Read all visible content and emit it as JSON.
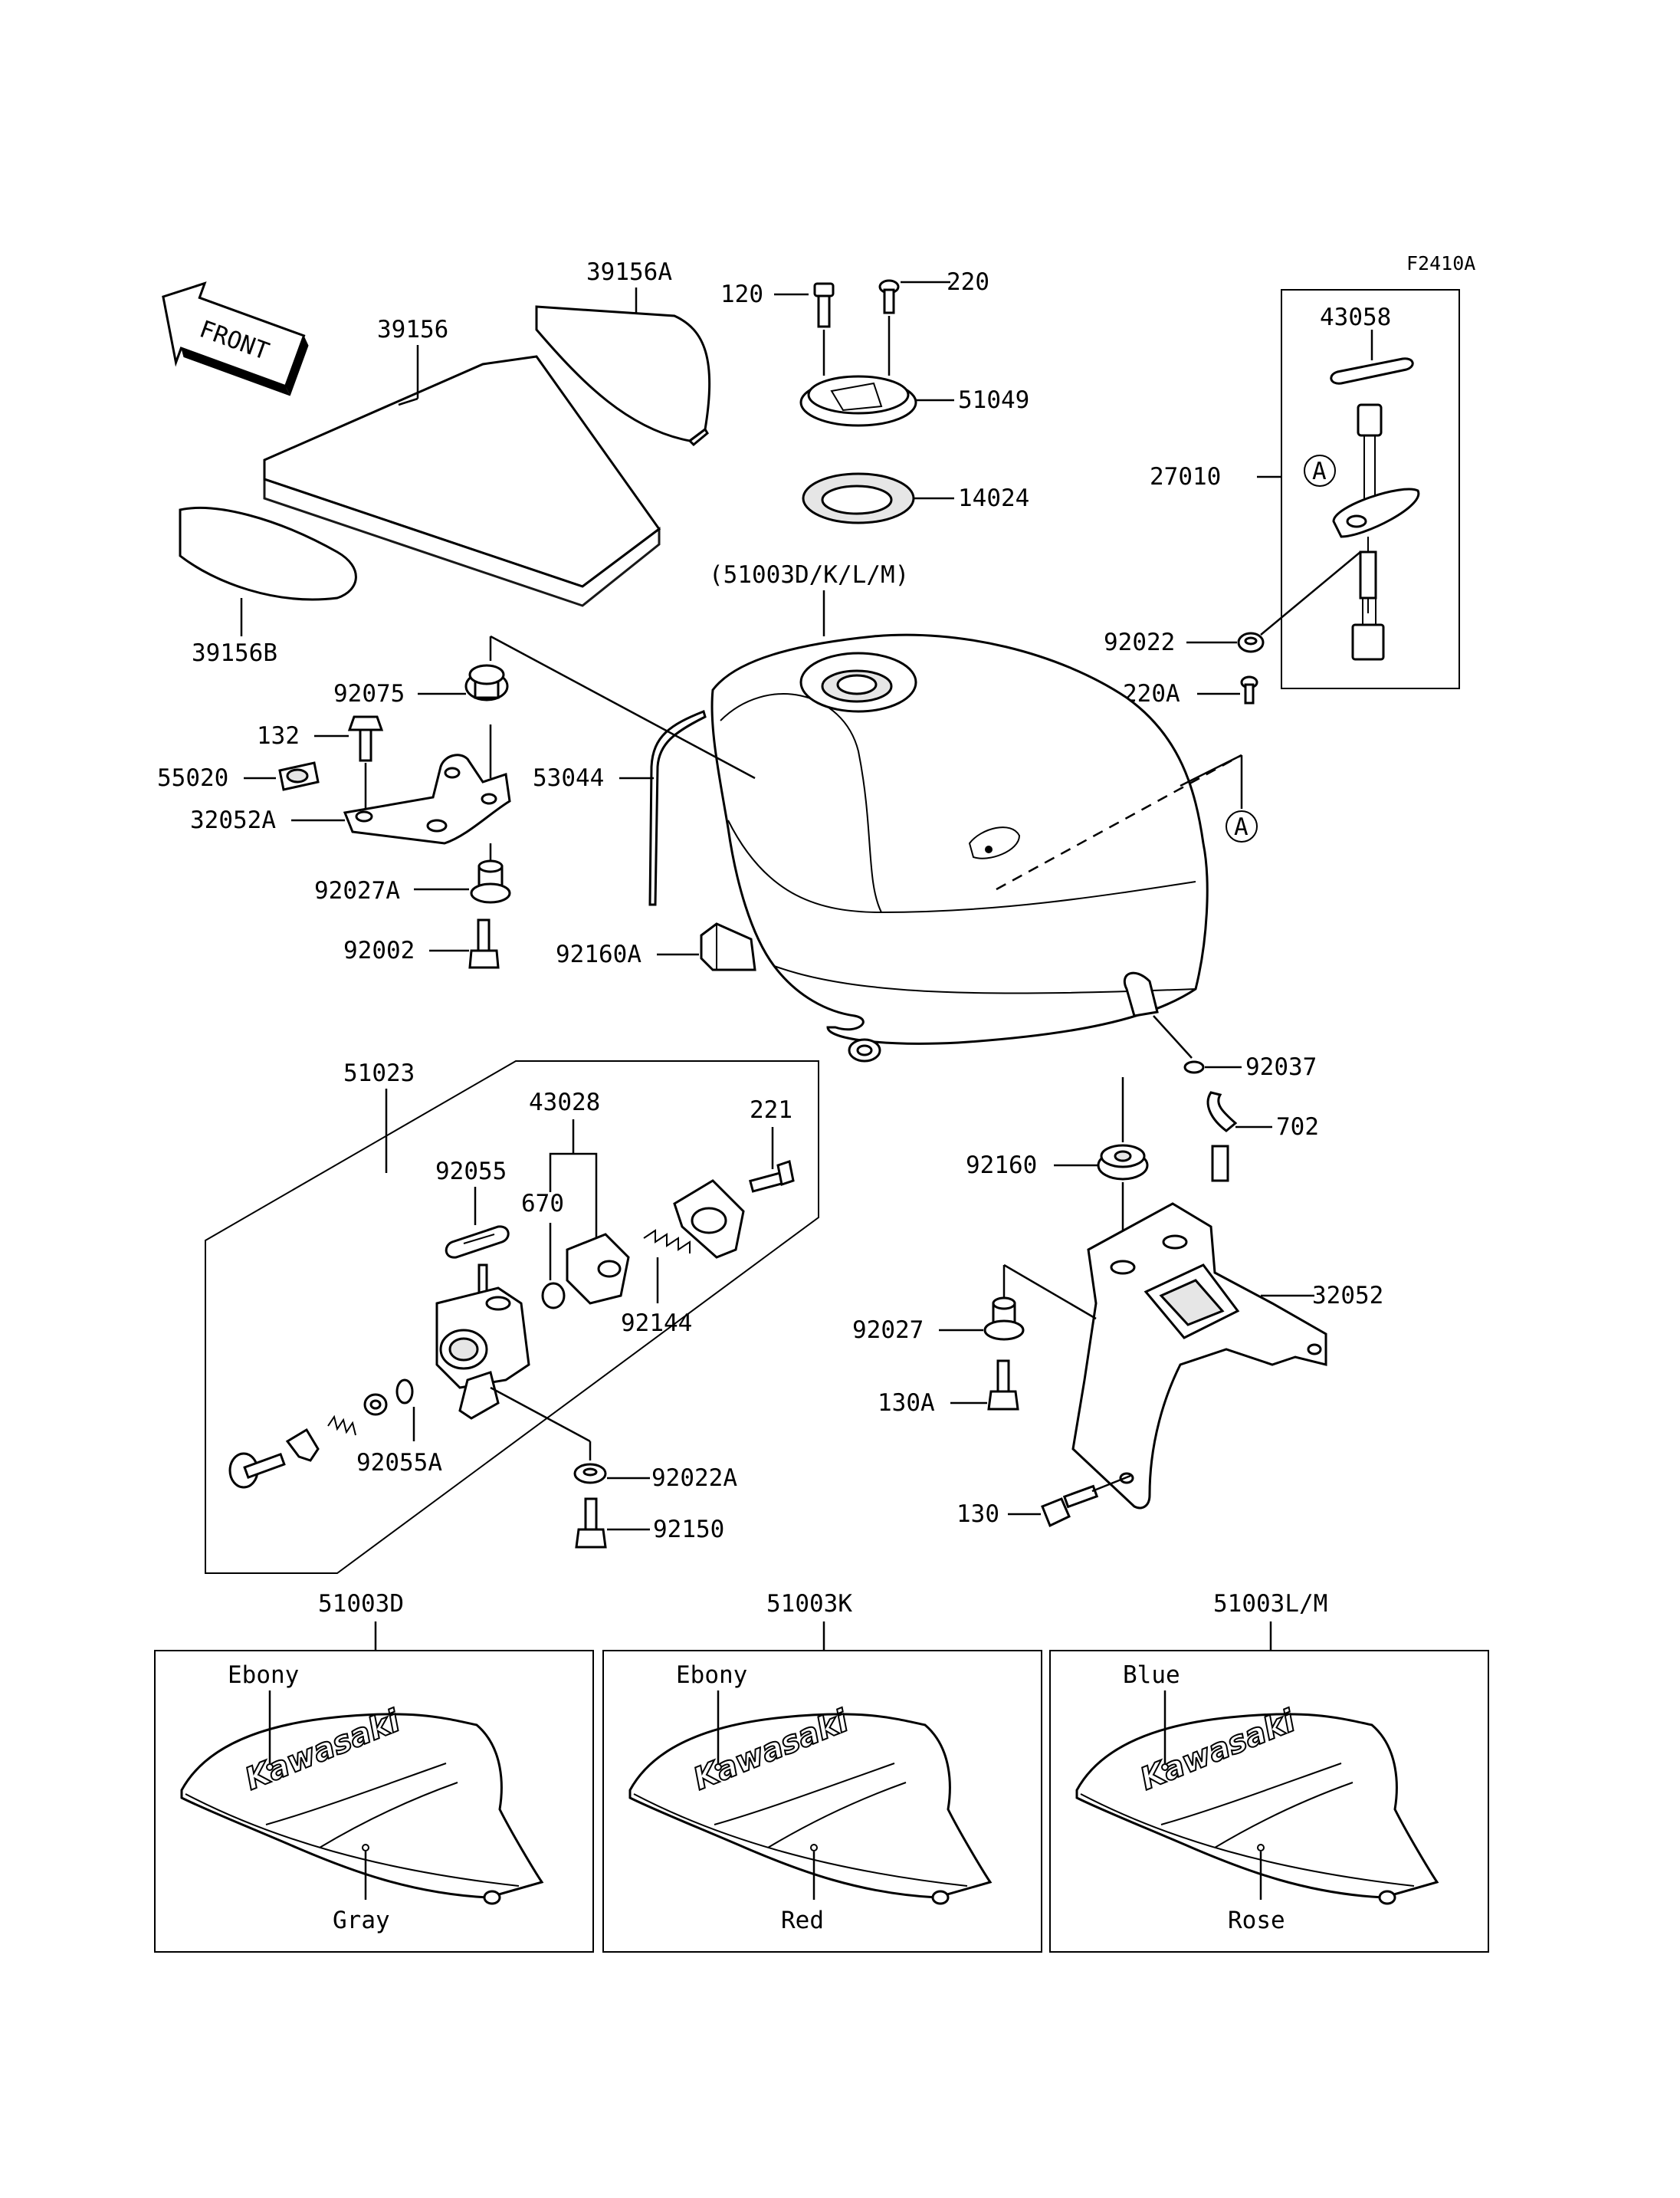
{
  "figure_code": "F2410A",
  "front_arrow": {
    "label": "FRONT",
    "icon": "front-arrow-icon"
  },
  "reference_marker": "A",
  "parts": {
    "p39156A": "39156A",
    "p39156": "39156",
    "p39156B": "39156B",
    "p120": "120",
    "p220": "220",
    "p51049": "51049",
    "p14024": "14024",
    "p51003DKLM": "(51003D/K/L/M)",
    "p43058": "43058",
    "p27010": "27010",
    "p92022": "92022",
    "p220A": "220A",
    "p92075": "92075",
    "p132": "132",
    "p55020": "55020",
    "p32052A": "32052A",
    "p53044": "53044",
    "p92027A": "92027A",
    "p92002": "92002",
    "p92160A": "92160A",
    "p51023": "51023",
    "p43028": "43028",
    "p221": "221",
    "p92055": "92055",
    "p670": "670",
    "p92144": "92144",
    "p92055A": "92055A",
    "p92022A": "92022A",
    "p92150": "92150",
    "p92037": "92037",
    "p702": "702",
    "p92160": "92160",
    "p32052": "32052",
    "p92027": "92027",
    "p130A": "130A",
    "p130": "130"
  },
  "variants": [
    {
      "code": "51003D",
      "color_top": "Ebony",
      "color_bottom": "Gray",
      "logo": "Kawasaki"
    },
    {
      "code": "51003K",
      "color_top": "Ebony",
      "color_bottom": "Red",
      "logo": "Kawasaki"
    },
    {
      "code": "51003L/M",
      "color_top": "Blue",
      "color_bottom": "Rose",
      "logo": "Kawasaki"
    }
  ]
}
